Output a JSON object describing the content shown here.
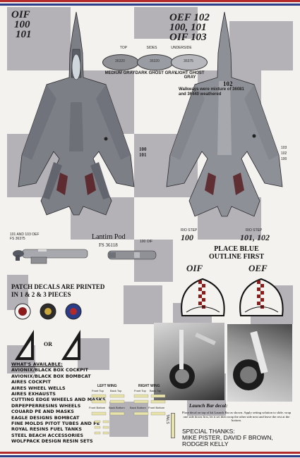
{
  "header": {
    "left_block": [
      "OIF",
      "100",
      "101"
    ],
    "right_block": [
      "OEF 102",
      "100, 101",
      "OIF 103"
    ]
  },
  "colors": {
    "top": {
      "label": "TOP",
      "code": "36320",
      "name": "MEDIUM GRAY",
      "hex": "#8f9096"
    },
    "sides": {
      "label": "SIDES",
      "code": "36320",
      "name": "DARK GHOST GRAY",
      "hex": "#9a9ca3"
    },
    "underside": {
      "label": "UNDERSIDE",
      "code": "36375",
      "name": "LIGHT GHOST GRAY",
      "hex": "#b7b8bd"
    },
    "walkways_note": "Walkways were mixture of 36081 and 36440 weathered",
    "stripe_red": "#b22a2a",
    "stripe_blue": "#2b3c88"
  },
  "aircraft": {
    "right_number": "102",
    "left_tail_labels": [
      "100",
      "101"
    ],
    "right_tail_labels": [
      "103",
      "102",
      "100"
    ]
  },
  "pod": {
    "left_label": "101 AND 103 OEF",
    "left_code": "FS 36375",
    "title": "Lantirn Pod",
    "code": "FS 36118",
    "right_label": "100 OIF"
  },
  "steps": {
    "left": {
      "caption": "RIO STEP",
      "value": "100"
    },
    "right": {
      "caption": "RIO STEP",
      "value": "101, 102"
    }
  },
  "helmets": {
    "note_line1": "PLACE BLUE",
    "note_line2": "OUTLINE FIRST",
    "left": "OIF",
    "right": "OEF"
  },
  "patch": {
    "title_line1": "PATCH DECALS ARE PRINTED",
    "title_line2": "IN 1 & 2 & 3 PIECES",
    "or": "OR"
  },
  "available": {
    "title": "WHAT'S AVAILABLE:",
    "items": [
      "AVIONIX/BLACK BOX COCKPIT",
      "AVIONIX/BLACK BOX BOMBCAT",
      "AIRES COCKPIT",
      "AIRES WHEEL WELLS",
      "AIRES EXHAUSTS",
      "CUTTING EDGE WHEELS AND MASKS",
      "DRPEPPERRESINS WHEELS",
      "COUARD PE AND MASKS",
      "EAGLE DESIGNS BOMBCAT",
      "FINE MOLDS PITOT TUBES AND PE",
      "ROYAL RESINS FUEL TANKS",
      "STEEL BEACH ACCESSORIES",
      "WOLFPACK DESIGN RESIN SETS"
    ]
  },
  "wings": {
    "left": "LEFT WING",
    "right": "RIGHT WING",
    "front_top": "Front Top",
    "back_top": "Back Top",
    "front_bottom": "Front Bottom",
    "back_bottom": "Back Bottom",
    "tails": "TAILS"
  },
  "launch_bar": {
    "title": "Launch Bar decal:",
    "text": "Place decal on top of kit Launch Bar as shown. Apply setting solution to slide, wrap one side down first, let it set then wrap the other side next and leave the rest at the bottom."
  },
  "thanks": {
    "title": "SPECIAL THANKS:",
    "line1": "MIKE PISTER, DAVID F BROWN,",
    "line2": "RODGER KELLY"
  }
}
